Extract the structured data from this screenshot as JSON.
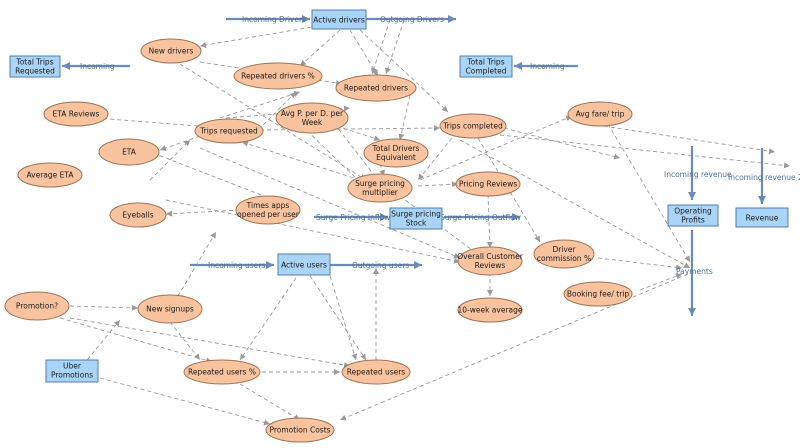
{
  "colors": {
    "variable_fill": "#f9c3a0",
    "variable_stroke": "#9c7454",
    "stock_fill": "#a9d3f7",
    "stock_stroke": "#4f7fae",
    "flow": "#6b8ab7",
    "link": "#9a9a9a",
    "text": "#1a1a1a"
  },
  "stocks": {
    "active_drivers": "Active drivers",
    "total_trips_requested": [
      "Total Trips",
      "Requested"
    ],
    "total_trips_completed": [
      "Total Trips",
      "Completed"
    ],
    "operating_profits": [
      "Operating",
      "Profits"
    ],
    "revenue": "Revenue",
    "surge_pricing_stock": [
      "Surge pricing",
      "Stock"
    ],
    "active_users": "Active users",
    "uber_promotions": [
      "Uber",
      "Promotions"
    ]
  },
  "variables": {
    "new_drivers": "New drivers",
    "repeated_drivers_pct": "Repeated drivers %",
    "repeated_drivers": "Repeated drivers",
    "eta_reviews": "ETA Reviews",
    "trips_requested": "Trips requested",
    "avg_p_per_d_per_week": [
      "Avg P. per D. per",
      "Week"
    ],
    "trips_completed": "Trips completed",
    "avg_fare_trip": "Avg fare/ trip",
    "eta": "ETA",
    "total_drivers_equivalent": [
      "Total Drivers",
      "Equivalent"
    ],
    "average_eta": "Average ETA",
    "surge_pricing_multiplier": [
      "Surge pricing",
      "multiplier"
    ],
    "pricing_reviews": "Pricing Reviews",
    "times_apps_opened": [
      "Times apps",
      "opened per user"
    ],
    "eyeballs": "Eyeballs",
    "driver_commission": [
      "Driver",
      "commission %"
    ],
    "overall_customer_reviews": [
      "Overall Customer",
      "Reviews"
    ],
    "booking_fee_trip": "Booking fee/ trip",
    "promotion": "Promotion?",
    "new_signups": "New signups",
    "ten_week_average": "10-week average",
    "repeated_users_pct": "Repeated users %",
    "repeated_users": "Repeated users",
    "promotion_costs": "Promotion Costs"
  },
  "flows": {
    "incoming_drivers": "Incoming Drivers",
    "outgoing_drivers": "Outgoing Drivers",
    "incoming_trips_requested": "Incoming",
    "incoming_trips_completed": "Incoming",
    "incoming_revenue": "Incoming revenue",
    "incoming_revenue_2": "Incoming revenue 2",
    "surge_pricing_inflow": "Surge Pricing Inflow",
    "surge_pricing_outflow": "Surge Pricing Outflow",
    "incoming_users": "Incoming users",
    "outgoing_users": "Outgoing users",
    "payments": "Payments"
  }
}
